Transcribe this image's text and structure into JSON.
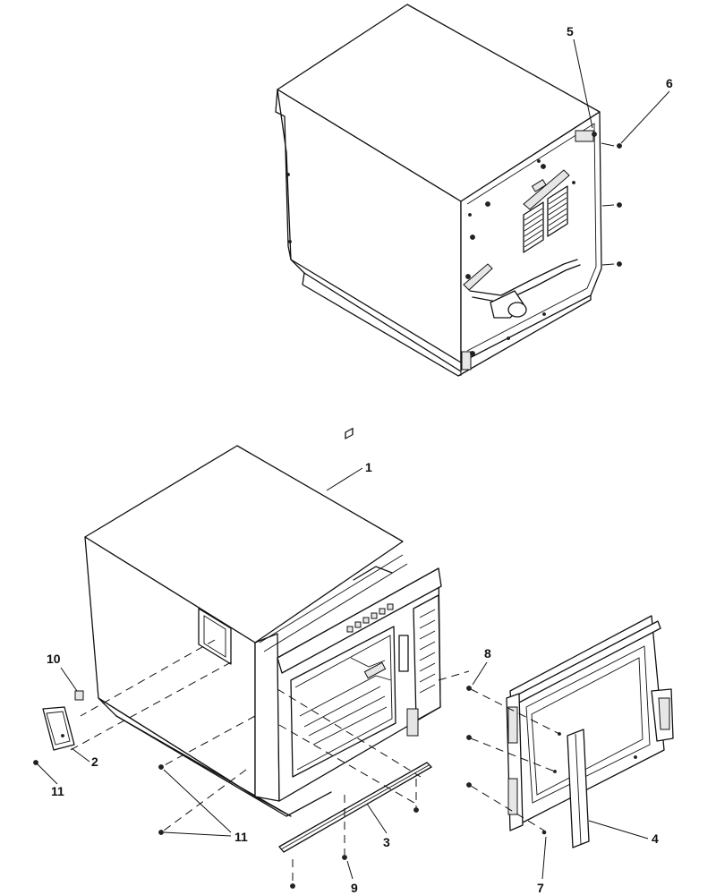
{
  "callouts": {
    "c1": "1",
    "c2": "2",
    "c3": "3",
    "c4": "4",
    "c5": "5",
    "c6": "6",
    "c7": "7",
    "c8": "8",
    "c9": "9",
    "c10": "10",
    "c11a": "11",
    "c11b": "11"
  }
}
